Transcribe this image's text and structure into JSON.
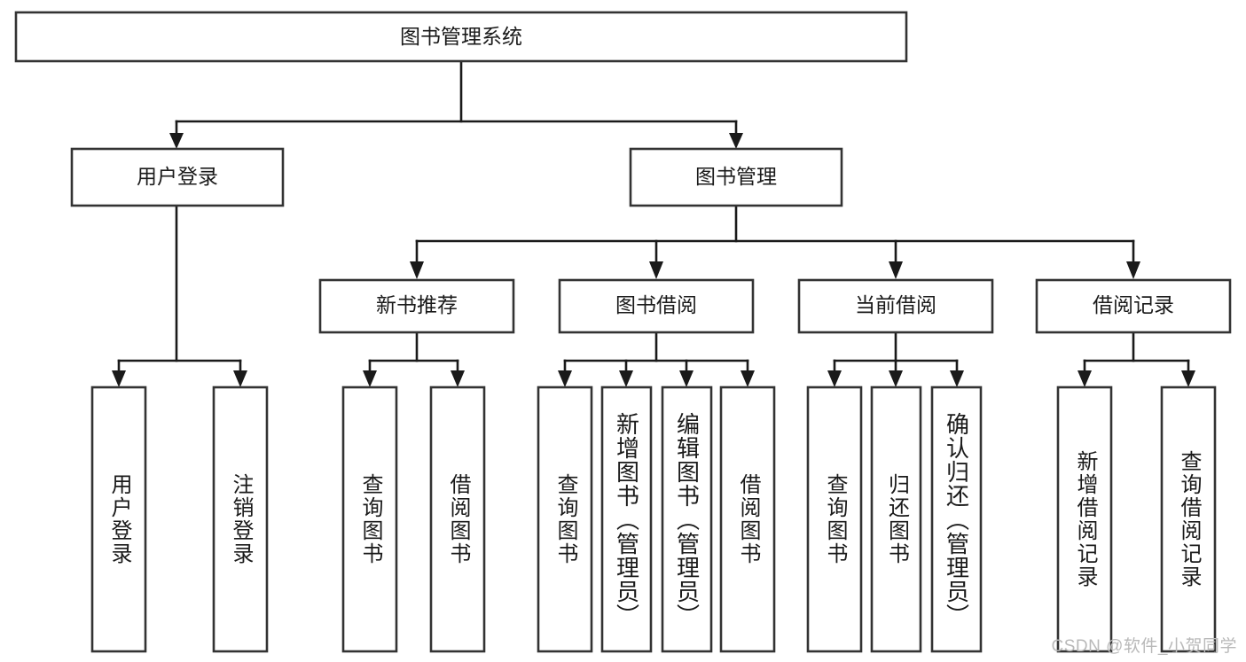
{
  "diagram": {
    "title": "图书管理系统",
    "type": "tree",
    "watermark": "CSDN @软件_小贺同学",
    "colors": {
      "box_stroke": "#333333",
      "box_fill": "#ffffff",
      "connector": "#1a1a1a",
      "text": "#1a1a1a",
      "watermark": "#b9b9b9",
      "background": "#ffffff"
    },
    "levels": {
      "root": {
        "label": "图书管理系统"
      },
      "level2": [
        {
          "label": "用户登录"
        },
        {
          "label": "图书管理"
        }
      ],
      "level3": [
        {
          "label": "新书推荐"
        },
        {
          "label": "图书借阅"
        },
        {
          "label": "当前借阅"
        },
        {
          "label": "借阅记录"
        }
      ],
      "leaves": [
        {
          "label": "用户登录",
          "parent": "用户登录"
        },
        {
          "label": "注销登录",
          "parent": "用户登录"
        },
        {
          "label": "查询图书",
          "parent": "新书推荐"
        },
        {
          "label": "借阅图书",
          "parent": "新书推荐"
        },
        {
          "label": "查询图书",
          "parent": "图书借阅"
        },
        {
          "label": "新增图书（管理员）",
          "parent": "图书借阅"
        },
        {
          "label": "编辑图书（管理员）",
          "parent": "图书借阅"
        },
        {
          "label": "借阅图书",
          "parent": "图书借阅"
        },
        {
          "label": "查询图书",
          "parent": "当前借阅"
        },
        {
          "label": "归还图书",
          "parent": "当前借阅"
        },
        {
          "label": "确认归还（管理员）",
          "parent": "当前借阅"
        },
        {
          "label": "新增借阅记录",
          "parent": "借阅记录"
        },
        {
          "label": "查询借阅记录",
          "parent": "借阅记录"
        }
      ]
    }
  }
}
